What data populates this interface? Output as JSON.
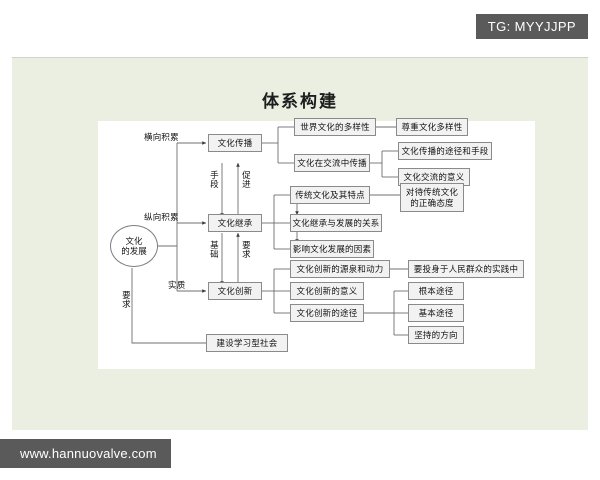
{
  "watermark": {
    "top_right": "TG: MYYJJPP",
    "bottom_left": "www.hannuovalve.com"
  },
  "panel": {
    "title": "体系构建",
    "background": "#eaefe2",
    "canvas_background": "#ffffff"
  },
  "diagram": {
    "root": {
      "label": "文化的发展",
      "line1": "文化",
      "line2": "的发展",
      "shape": "ellipse"
    },
    "branches": [
      {
        "label": "横向积累"
      },
      {
        "label": "纵向积累"
      },
      {
        "label": "实质"
      },
      {
        "label": "要求"
      }
    ],
    "links": [
      {
        "label": "手段"
      },
      {
        "label": "促进"
      },
      {
        "label": "基础"
      },
      {
        "label": "要求"
      }
    ],
    "main_nodes": [
      {
        "label": "文化传播"
      },
      {
        "label": "文化继承"
      },
      {
        "label": "文化创新"
      },
      {
        "label": "建设学习型社会"
      }
    ],
    "level2": [
      {
        "label": "世界文化的多样性"
      },
      {
        "label": "文化在交流中传播"
      },
      {
        "label": "传统文化及其特点"
      },
      {
        "label": "文化继承与发展的关系"
      },
      {
        "label": "影响文化发展的因素"
      },
      {
        "label": "文化创新的源泉和动力"
      },
      {
        "label": "文化创新的意义"
      },
      {
        "label": "文化创新的途径"
      }
    ],
    "level3": [
      {
        "label": "尊重文化多样性"
      },
      {
        "label": "文化传播的途径和手段"
      },
      {
        "label": "文化交流的意义"
      },
      {
        "label": "对待传统文化的正确态度",
        "line1": "对待传统文化",
        "line2": "的正确态度"
      },
      {
        "label": "要投身于人民群众的实践中"
      },
      {
        "label": "根本途径"
      },
      {
        "label": "基本途径"
      },
      {
        "label": "坚持的方向"
      }
    ]
  }
}
